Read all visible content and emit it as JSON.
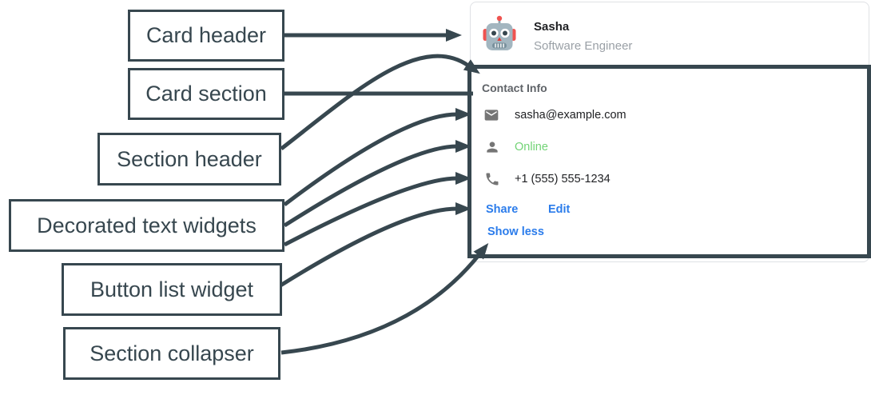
{
  "diagram": {
    "labels": [
      {
        "id": "card-header",
        "text": "Card header"
      },
      {
        "id": "card-section",
        "text": "Card section"
      },
      {
        "id": "section-header",
        "text": "Section header"
      },
      {
        "id": "decorated-text-widgets",
        "text": "Decorated text widgets"
      },
      {
        "id": "button-list-widget",
        "text": "Button list widget"
      },
      {
        "id": "section-collapser",
        "text": "Section collapser"
      }
    ],
    "arrow_color": "#37474f"
  },
  "card": {
    "header": {
      "avatar_icon": "robot-avatar",
      "name": "Sasha",
      "subtitle": "Software Engineer"
    },
    "section": {
      "title": "Contact Info",
      "rows": [
        {
          "icon": "mail-icon",
          "text": "sasha@example.com"
        },
        {
          "icon": "person-icon",
          "text": "Online"
        },
        {
          "icon": "phone-icon",
          "text": "+1 (555) 555-1234"
        }
      ],
      "buttons": [
        {
          "label": "Share"
        },
        {
          "label": "Edit"
        }
      ],
      "collapser_label": "Show less"
    }
  },
  "colors": {
    "annotation_slate": "#37474f",
    "link_blue": "#2b7ceb",
    "online_green": "#71d375",
    "icon_gray": "#757575",
    "text_primary": "#202124",
    "text_secondary": "#9aa0a6",
    "section_title_gray": "#5f6368",
    "card_border": "#dfe1e5"
  }
}
